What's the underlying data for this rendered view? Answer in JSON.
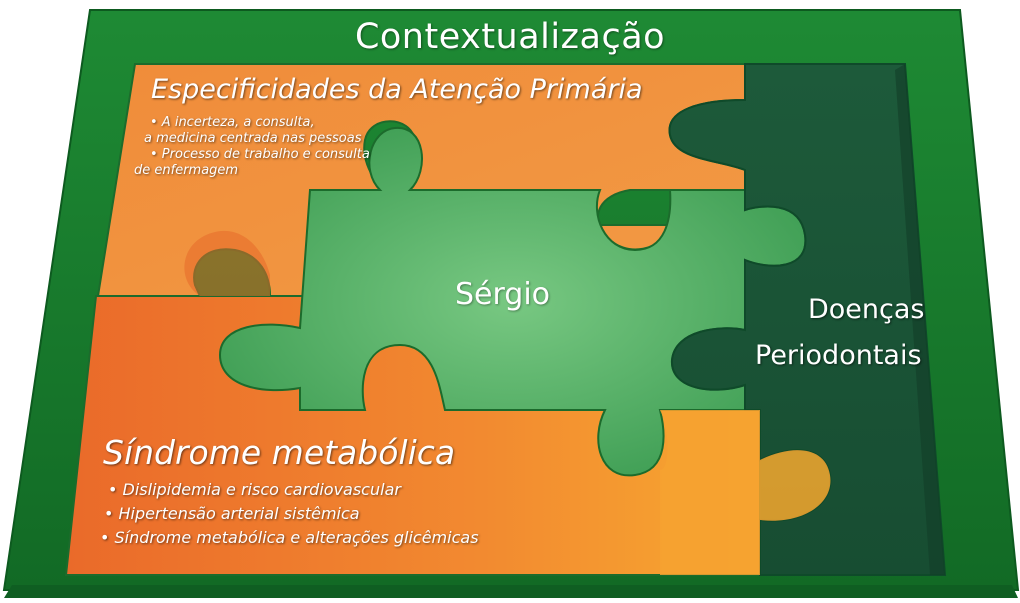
{
  "title": "Contextualização",
  "top_block": {
    "heading": "Especificidades da Atenção Primária",
    "items": [
      "• A incerteza, a consulta,",
      "a medicina centrada nas pessoas",
      "• Processo de trabalho e consulta",
      "de enfermagem"
    ]
  },
  "center_label": "Sérgio",
  "right_block": {
    "line1": "Doenças",
    "line2": "Periodontais"
  },
  "bottom_block": {
    "heading": "Síndrome metabólica",
    "items": [
      "• Dislipidemia e risco cardiovascular",
      "• Hipertensão arterial sistêmica",
      "• Síndrome metabólica e alterações glicêmicas"
    ]
  },
  "colors": {
    "frame_green": "#1a7a2e",
    "orange": "#f08a30",
    "orange_dark": "#e8682a",
    "light_green": "#5cb368",
    "dark_green": "#1f5e3d"
  }
}
